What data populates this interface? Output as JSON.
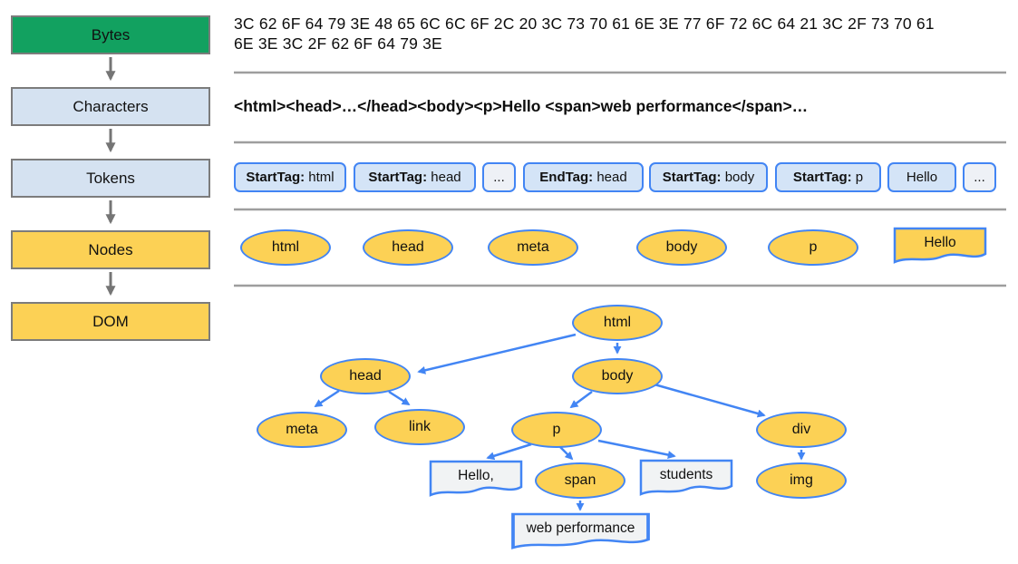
{
  "pipeline": {
    "stages": [
      {
        "label": "Bytes"
      },
      {
        "label": "Characters"
      },
      {
        "label": "Tokens"
      },
      {
        "label": "Nodes"
      },
      {
        "label": "DOM"
      }
    ]
  },
  "bytes_row": {
    "lines": [
      "3C 62 6F 64 79 3E 48 65 6C 6C 6F 2C 20 3C 73 70 61 6E 3E 77 6F 72 6C 64 21 3C 2F 73 70 61",
      "6E 3E 3C 2F 62 6F 64 79 3E"
    ]
  },
  "characters_row": {
    "text": "<html><head>…</head><body><p>Hello <span>web performance</span>…"
  },
  "tokens_row": {
    "items": [
      {
        "label": "StartTag:",
        "value": "html"
      },
      {
        "label": "StartTag:",
        "value": "head"
      },
      {
        "label": "",
        "value": "..."
      },
      {
        "label": "EndTag:",
        "value": "head"
      },
      {
        "label": "StartTag:",
        "value": "body"
      },
      {
        "label": "StartTag:",
        "value": "p"
      },
      {
        "label": "",
        "value": "Hello"
      },
      {
        "label": "",
        "value": "..."
      }
    ]
  },
  "nodes_row": {
    "items": [
      {
        "label": "html"
      },
      {
        "label": "head"
      },
      {
        "label": "meta"
      },
      {
        "label": "body"
      },
      {
        "label": "p"
      }
    ],
    "text_node": {
      "label": "Hello"
    }
  },
  "dom_tree": {
    "nodes": [
      {
        "label": "html"
      },
      {
        "label": "head"
      },
      {
        "label": "body"
      },
      {
        "label": "meta"
      },
      {
        "label": "link"
      },
      {
        "label": "p"
      },
      {
        "label": "div"
      },
      {
        "label": "span"
      },
      {
        "label": "img"
      }
    ],
    "text_nodes": [
      {
        "label": "Hello,"
      },
      {
        "label": "students"
      },
      {
        "label": "web performance"
      }
    ]
  },
  "colors": {
    "bytes_green": "#12A160",
    "stage_blue": "#D5E2F1",
    "stage_yellow": "#FCD155",
    "node_fill_yellow": "#FCD155",
    "node_border_blue": "#4285F4",
    "token_fill_blue": "#D4E4F7",
    "token_fill_light": "#EEF1F6",
    "text_node_fill": "#F1F3F4",
    "divider_gray": "#9E9E9E",
    "pipeline_arrow_gray": "#757575"
  }
}
